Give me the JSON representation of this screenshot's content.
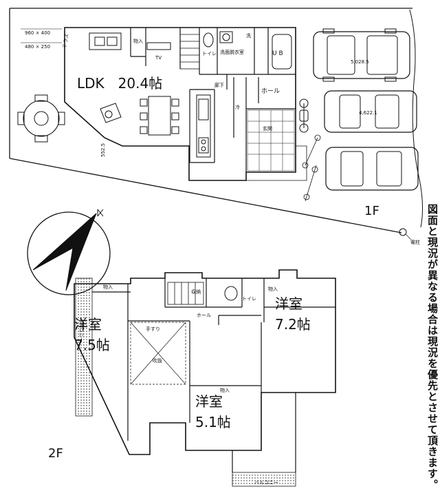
{
  "first_floor": {
    "floor_label": "1F",
    "ldk": "LDK　20.4帖",
    "storage": "物入",
    "terrace": "テラス",
    "tv": "TV",
    "toilet": "トイレ",
    "washroom": "洗面脱衣室",
    "bath": "U B",
    "hall": "ホール",
    "corridor": "廊下",
    "entrance": "玄関",
    "fridge": "冷",
    "sink": "洗",
    "dim_a": "960 × 400",
    "dim_b": "480 × 250",
    "dim_c": "552.5",
    "car1": "5,028.5",
    "car2": "4,622.1",
    "pole": "電柱"
  },
  "second_floor": {
    "floor_label": "2F",
    "room1": {
      "name": "洋室",
      "size": "7.5帖"
    },
    "room2": {
      "name": "洋室",
      "size": "5.1帖"
    },
    "room3": {
      "name": "洋室",
      "size": "7.2帖"
    },
    "storage": "物入",
    "closet": "収納",
    "toilet": "トイレ",
    "hall": "ホール",
    "balcony": "バルコニー",
    "railing": "手すり",
    "void": "吹抜"
  },
  "note": "図面と現況が異なる場合は現況を優先とさせて頂きます。"
}
